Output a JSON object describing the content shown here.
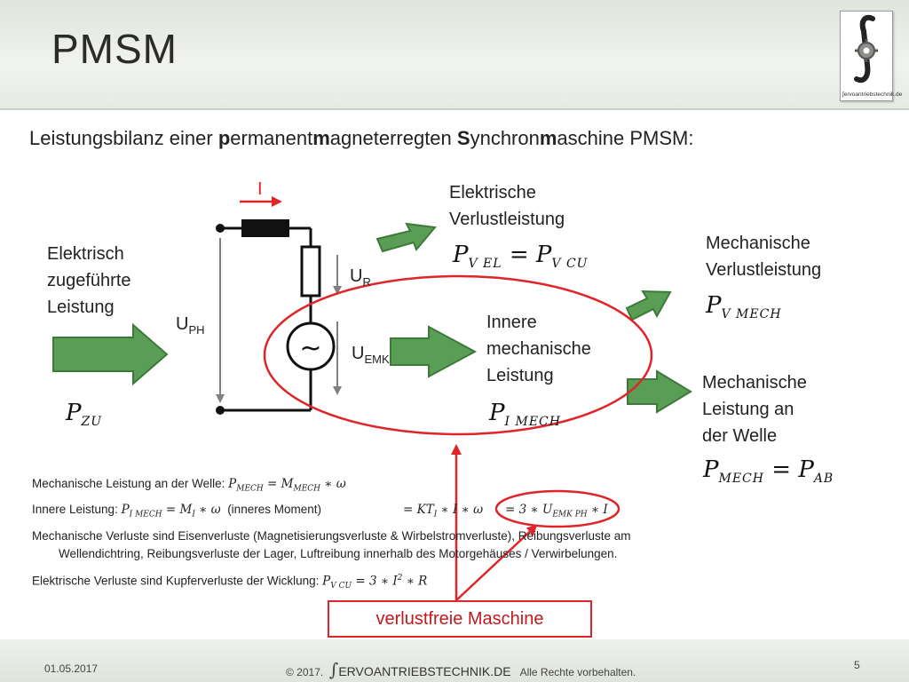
{
  "slide": {
    "title": "PMSM",
    "logo_text": "ervoantriebstechnik.de",
    "subtitle": {
      "p1": "Leistungsbilanz einer ",
      "b1": "p",
      "p2": "ermanent",
      "b2": "m",
      "p3": "agneterregten ",
      "b3": "S",
      "p4": "ynchron",
      "b4": "m",
      "p5": "aschine PMSM:"
    }
  },
  "diagram": {
    "current_label": "I",
    "u_r": {
      "main": "U",
      "sub": "R"
    },
    "u_ph": {
      "main": "U",
      "sub": "PH"
    },
    "u_emk": {
      "main": "U",
      "sub": "EMK"
    },
    "source_symbol": "~",
    "input_label": [
      "Elektrisch",
      "zugeführte",
      "Leistung"
    ],
    "input_formula": {
      "main": "P",
      "sub": "ZU"
    },
    "el_loss_label": [
      "Elektrische",
      "Verlustleistung"
    ],
    "el_loss_formula": {
      "a": "P",
      "a_sub": "V EL",
      "eq": " = ",
      "b": "P",
      "b_sub": "V CU"
    },
    "mech_loss_label": [
      "Mechanische",
      "Verlustleistung"
    ],
    "mech_loss_formula": {
      "main": "P",
      "sub": "V MECH"
    },
    "inner_label": [
      "Innere",
      "mechanische",
      "Leistung"
    ],
    "inner_formula": {
      "main": "P",
      "sub": "I MECH"
    },
    "shaft_label": [
      "Mechanische",
      "Leistung an",
      "der Welle"
    ],
    "shaft_formula": {
      "a": "P",
      "a_sub": "MECH",
      "eq": " = ",
      "b": "P",
      "b_sub": "AB"
    }
  },
  "notes": {
    "line1": {
      "text": "Mechanische Leistung an der Welle: ",
      "f1": "P",
      "f1_sub": "MECH",
      "f2": " = M",
      "f2_sub": "MECH",
      "f3": " ∗ ω"
    },
    "line2": {
      "text": "Innere Leistung: ",
      "f1": "P",
      "f1_sub": "I MECH",
      "f2": " = M",
      "f2_sub": "I",
      "f3": " ∗ ω",
      "note": "(inneres Moment)",
      "f4": "= KT",
      "f4_sub": "I",
      "f5": " ∗ I ∗ ω",
      "f6": "= 3 ∗ U",
      "f6_sub": "EMK PH",
      "f7": " ∗ I"
    },
    "line3a": "Mechanische Verluste sind Eisenverluste (Magnetisierungsverluste & Wirbelstromverluste), Reibungsverluste am",
    "line3b": "Wellendichtring, Reibungsverluste der Lager, Luftreibung innerhalb des Motorgehäuses / Verwirbelungen.",
    "line4": {
      "text": "Elektrische Verluste sind Kupferverluste der Wicklung: ",
      "f1": "P",
      "f1_sub": "V CU",
      "f2": " = 3 ∗ I",
      "f2_sup": "2",
      "f3": " ∗ R"
    }
  },
  "callout": "verlustfreie Maschine",
  "footer": {
    "date": "01.05.2017",
    "copyright": "© 2017.",
    "brand": "ERVOANTRIEBSTECHNIK.DE",
    "rights": "Alle Rechte vorbehalten.",
    "page": "5"
  },
  "colors": {
    "arrow_fill": "#5a9e55",
    "arrow_stroke": "#3d7a3a",
    "ellipse": "#e0252a",
    "callout": "#c11a1e"
  }
}
